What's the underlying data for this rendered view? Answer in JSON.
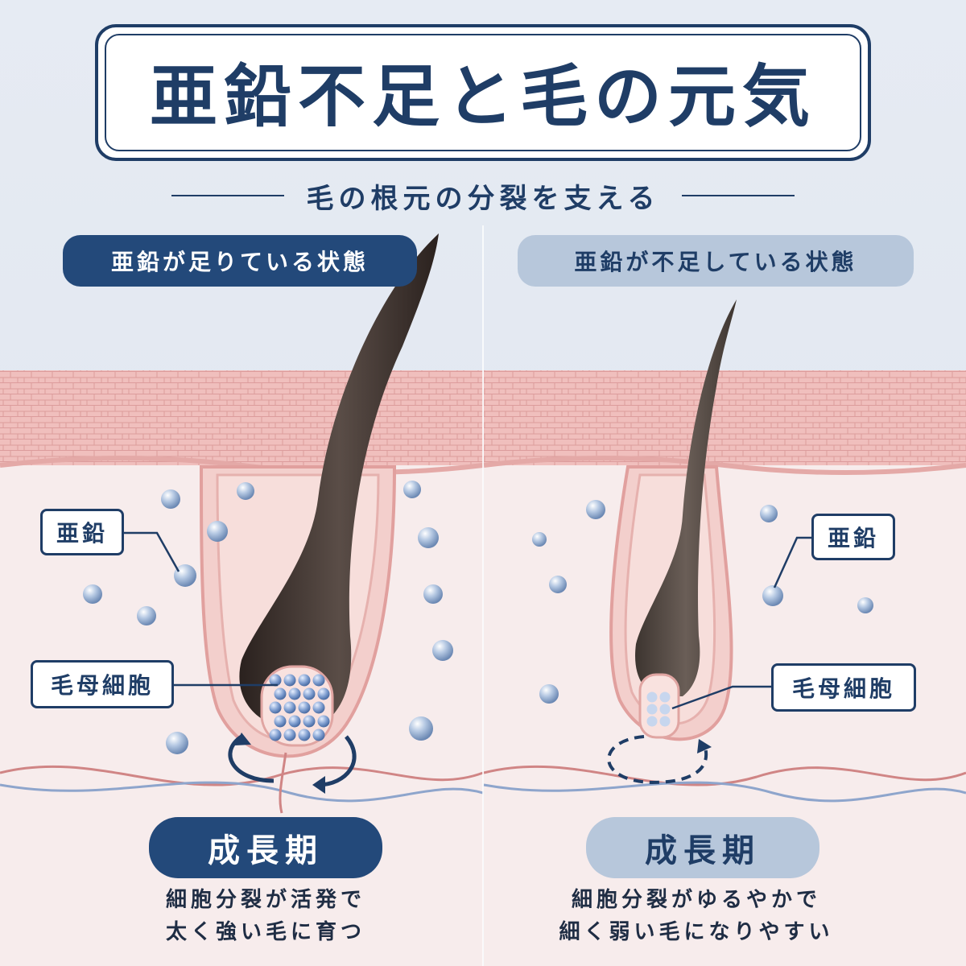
{
  "title": "亜鉛不足と毛の元気",
  "subtitle": "毛の根元の分裂を支える",
  "left": {
    "state_label": "亜鉛が足りている状態",
    "zinc_label": "亜鉛",
    "cell_label": "毛母細胞",
    "phase": "成長期",
    "desc_line1": "細胞分裂が活発で",
    "desc_line2": "太く強い毛に育つ"
  },
  "right": {
    "state_label": "亜鉛が不足している状態",
    "zinc_label": "亜鉛",
    "cell_label": "毛母細胞",
    "phase": "成長期",
    "desc_line1": "細胞分裂がゆるやかで",
    "desc_line2": "細く弱い毛になりやすい"
  },
  "colors": {
    "navy": "#1f3d66",
    "pill_dark": "#23497a",
    "pill_light": "#b7c7db",
    "skin_pink": "#f1c2bf",
    "hair_dark": "#3a302c",
    "zinc_blue": "#8fa9cc"
  }
}
